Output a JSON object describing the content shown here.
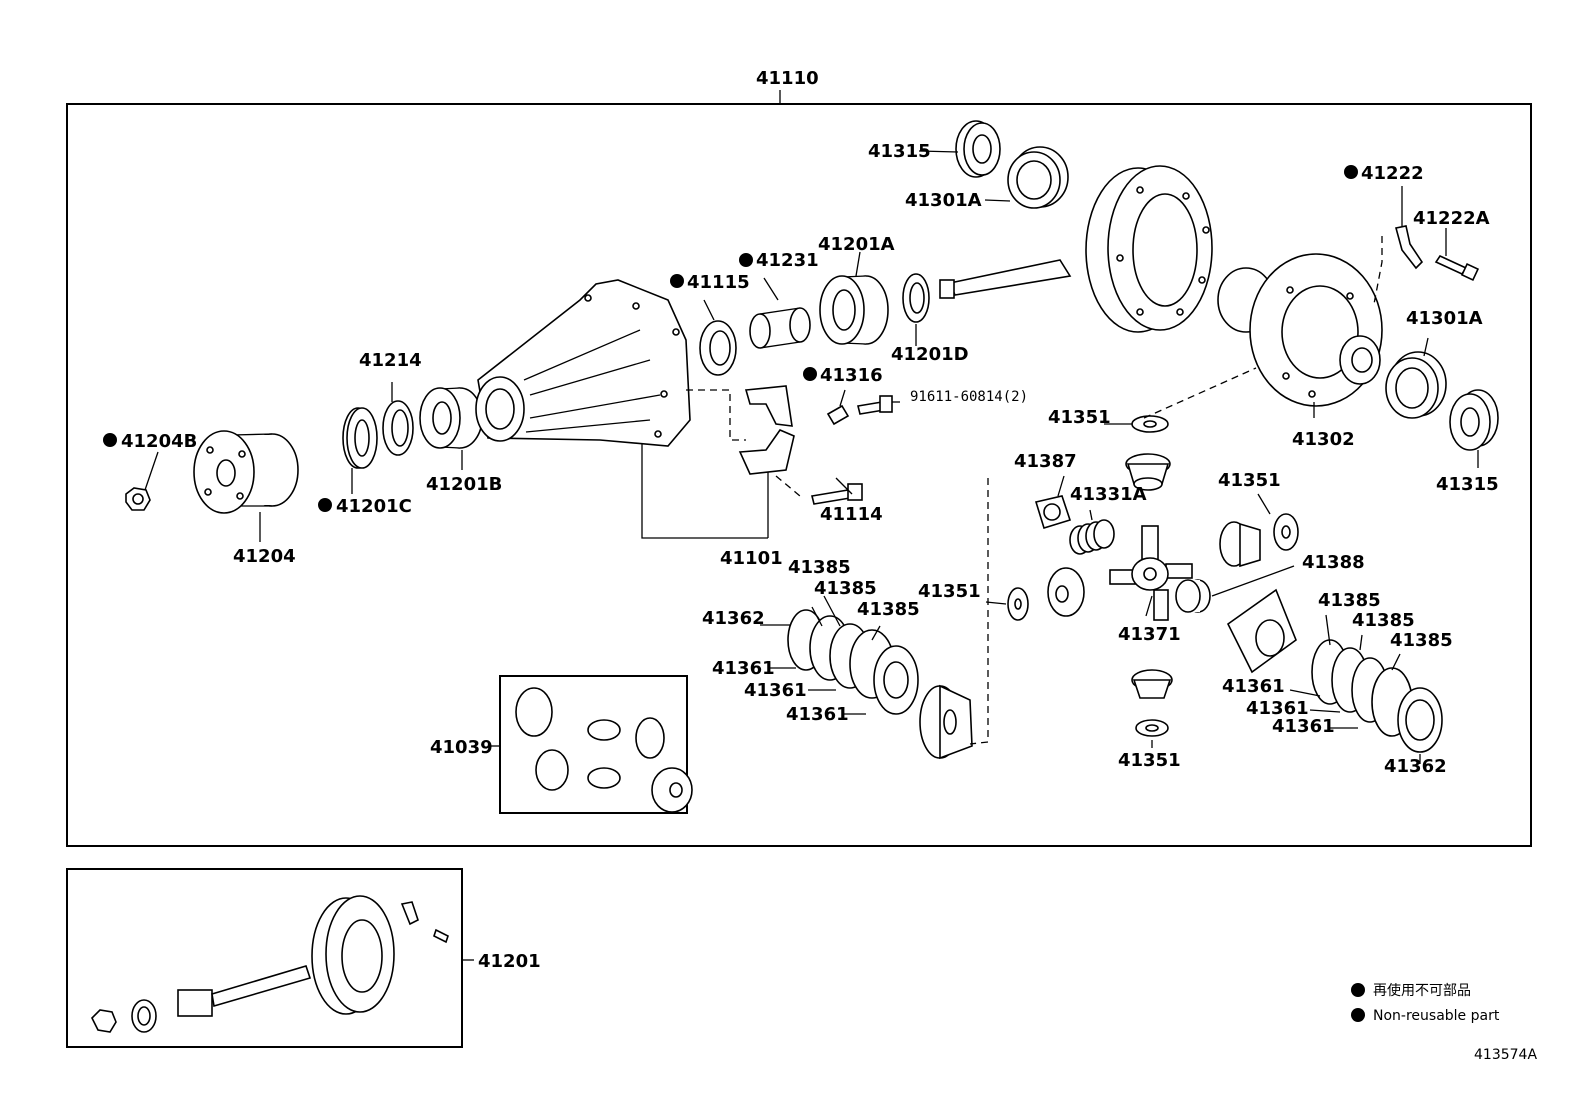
{
  "title_number": "41110",
  "drawing_code": "413574A",
  "legend": {
    "items": [
      {
        "symbol": "●",
        "text": "再使用不可部品"
      },
      {
        "symbol": "●",
        "text": "Non-reusable part"
      }
    ]
  },
  "inset_label": "41201",
  "parts": {
    "p41315a": "41315",
    "p41301Aa": "41301A",
    "p41222": "41222",
    "p41222A": "41222A",
    "p41231": "41231",
    "p41201A": "41201A",
    "p41115": "41115",
    "p41201D": "41201D",
    "p41301Ab": "41301A",
    "p41214": "41214",
    "p41316": "41316",
    "p91611": "91611-60814(2)",
    "p41351a": "41351",
    "p41204B": "41204B",
    "p41201C": "41201C",
    "p41201B": "41201B",
    "p41302": "41302",
    "p41315b": "41315",
    "p41387": "41387",
    "p41331A": "41331A",
    "p41114": "41114",
    "p41351b": "41351",
    "p41204": "41204",
    "p41101": "41101",
    "p41385a": "41385",
    "p41385b": "41385",
    "p41388": "41388",
    "p41351c": "41351",
    "p41362a": "41362",
    "p41385c": "41385",
    "p41385d": "41385",
    "p41385e": "41385",
    "p41385f": "41385",
    "p41371": "41371",
    "p41361a": "41361",
    "p41361b": "41361",
    "p41361c": "41361",
    "p41361d": "41361",
    "p41361e": "41361",
    "p41361f": "41361",
    "p41039": "41039",
    "p41351d": "41351",
    "p41362b": "41362"
  }
}
